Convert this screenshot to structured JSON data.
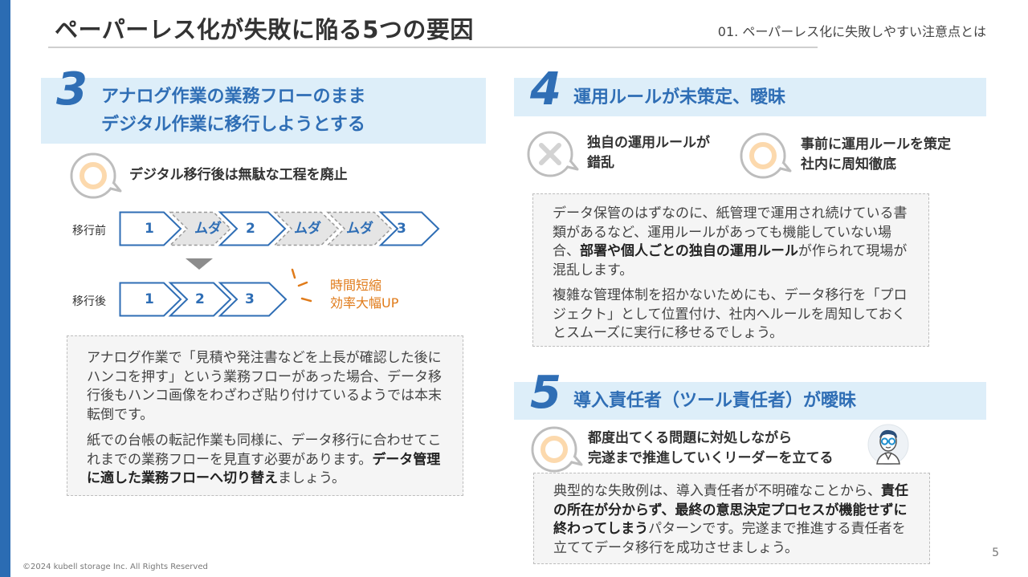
{
  "header": {
    "title": "ペーパーレス化が失敗に陥る5つの要因",
    "section_label": "01. ペーパーレス化に失敗しやすい注意点とは"
  },
  "factor3": {
    "number": "3",
    "title_line1": "アナログ作業の業務フローのまま",
    "title_line2": "デジタル作業に移行しようとする",
    "point": "デジタル移行後は無駄な工程を廃止",
    "before_label": "移行前",
    "after_label": "移行後",
    "before_steps": [
      "1",
      "ムダ",
      "2",
      "ムダ",
      "ムダ",
      "3"
    ],
    "after_steps": [
      "1",
      "2",
      "3"
    ],
    "result_line1": "時間短縮",
    "result_line2": "効率大幅UP",
    "body_p1": "アナログ作業で「見積や発注書などを上長が確認した後にハンコを押す」という業務フローがあった場合、データ移行後もハンコ画像をわざわざ貼り付けているようでは本末転倒です。",
    "body_p2_a": "紙での台帳の転記作業も同様に、データ移行に合わせてこれまでの業務フローを見直す必要があります。",
    "body_p2_b": "データ管理に適した業務フローへ切り替え",
    "body_p2_c": "ましょう。"
  },
  "factor4": {
    "number": "4",
    "title": "運用ルールが未策定、曖昧",
    "bad_point_line1": "独自の運用ルールが",
    "bad_point_line2": "錯乱",
    "good_point_line1": "事前に運用ルールを策定",
    "good_point_line2": "社内に周知徹底",
    "body_p1_a": "データ保管のはずなのに、紙管理で運用され続けている書類があるなど、運用ルールがあっても機能していない場合、",
    "body_p1_b": "部署や個人ごとの独自の運用ルール",
    "body_p1_c": "が作られて現場が混乱します。",
    "body_p2": "複雑な管理体制を招かないためにも、データ移行を「プロジェクト」として位置付け、社内へルールを周知しておくとスムーズに実行に移せるでしょう。"
  },
  "factor5": {
    "number": "5",
    "title": "導入責任者（ツール責任者）が曖昧",
    "point_line1": "都度出てくる問題に対処しながら",
    "point_line2": "完遂まで推進していくリーダーを立てる",
    "body_a": "典型的な失敗例は、導入責任者が不明確なことから、",
    "body_b": "責任の所在が分からず、最終の意思決定プロセスが機能せずに終わってしまう",
    "body_c": "パターンです。完遂まで推進する責任者を立ててデータ移行を成功させましょう。"
  },
  "footer": {
    "copyright": "©2024 kubell storage Inc. All Rights Reserved",
    "page_number": "5"
  },
  "colors": {
    "accent_blue": "#2f6eb5",
    "band_bg": "#ddeef9",
    "orange": "#e07b1a",
    "ring_fill": "#fcd9ad"
  },
  "icons": [
    "speech-circle-icon",
    "speech-cross-icon",
    "arrow-down-icon",
    "person-glasses-icon"
  ]
}
